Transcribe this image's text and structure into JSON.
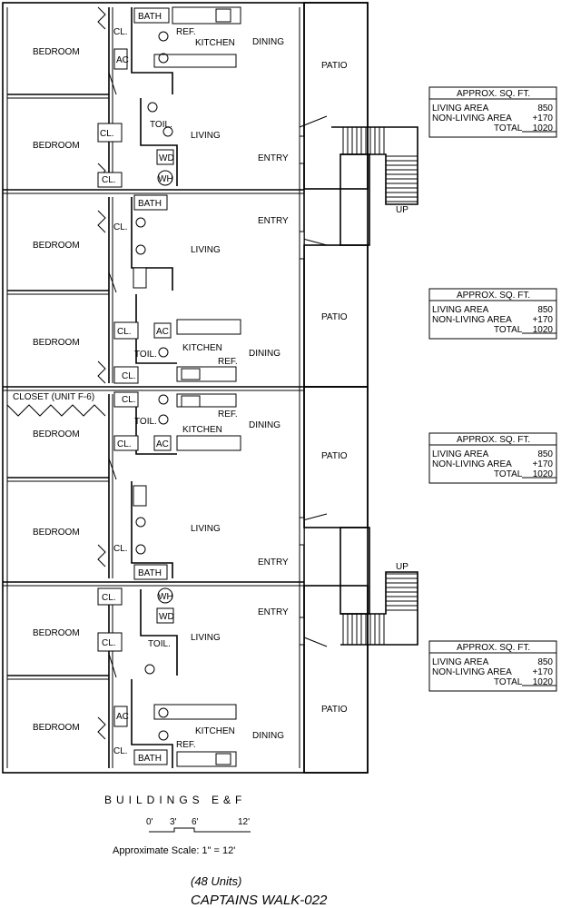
{
  "plan": {
    "labels": {
      "bedroom": "BEDROOM",
      "closet": "CL.",
      "ac": "AC",
      "bath": "BATH",
      "kitchen": "KITCHEN",
      "ref": "REF.",
      "dining": "DINING",
      "living": "LIVING",
      "toilet": "TOIL.",
      "wd": "WD",
      "wh": "WH",
      "entry": "ENTRY",
      "patio": "PATIO",
      "closet_unit": "CLOSET (UNIT F-6)",
      "stair_up": "UP"
    }
  },
  "sqft_tables": [
    {
      "header": "APPROX. SQ. FT.",
      "living_label": "LIVING AREA",
      "living_value": "850",
      "nonliving_label": "NON-LIVING AREA",
      "nonliving_value": "+170",
      "total_label": "TOTAL",
      "total_value": "1020"
    },
    {
      "header": "APPROX. SQ. FT.",
      "living_label": "LIVING AREA",
      "living_value": "850",
      "nonliving_label": "NON-LIVING AREA",
      "nonliving_value": "+170",
      "total_label": "TOTAL",
      "total_value": "1020"
    },
    {
      "header": "APPROX. SQ. FT.",
      "living_label": "LIVING AREA",
      "living_value": "850",
      "nonliving_label": "NON-LIVING AREA",
      "nonliving_value": "+170",
      "total_label": "TOTAL",
      "total_value": "1020"
    },
    {
      "header": "APPROX. SQ. FT.",
      "living_label": "LIVING AREA",
      "living_value": "850",
      "nonliving_label": "NON-LIVING AREA",
      "nonliving_value": "+170",
      "total_label": "TOTAL",
      "total_value": "1020"
    }
  ],
  "footer": {
    "buildings": "BUILDINGS   E&F",
    "scale_ticks": [
      "0'",
      "3'",
      "6'",
      "12'"
    ],
    "scale_text": "Approximate Scale: 1\" = 12'",
    "units": "(48 Units)",
    "project": "CAPTAINS WALK-022"
  }
}
